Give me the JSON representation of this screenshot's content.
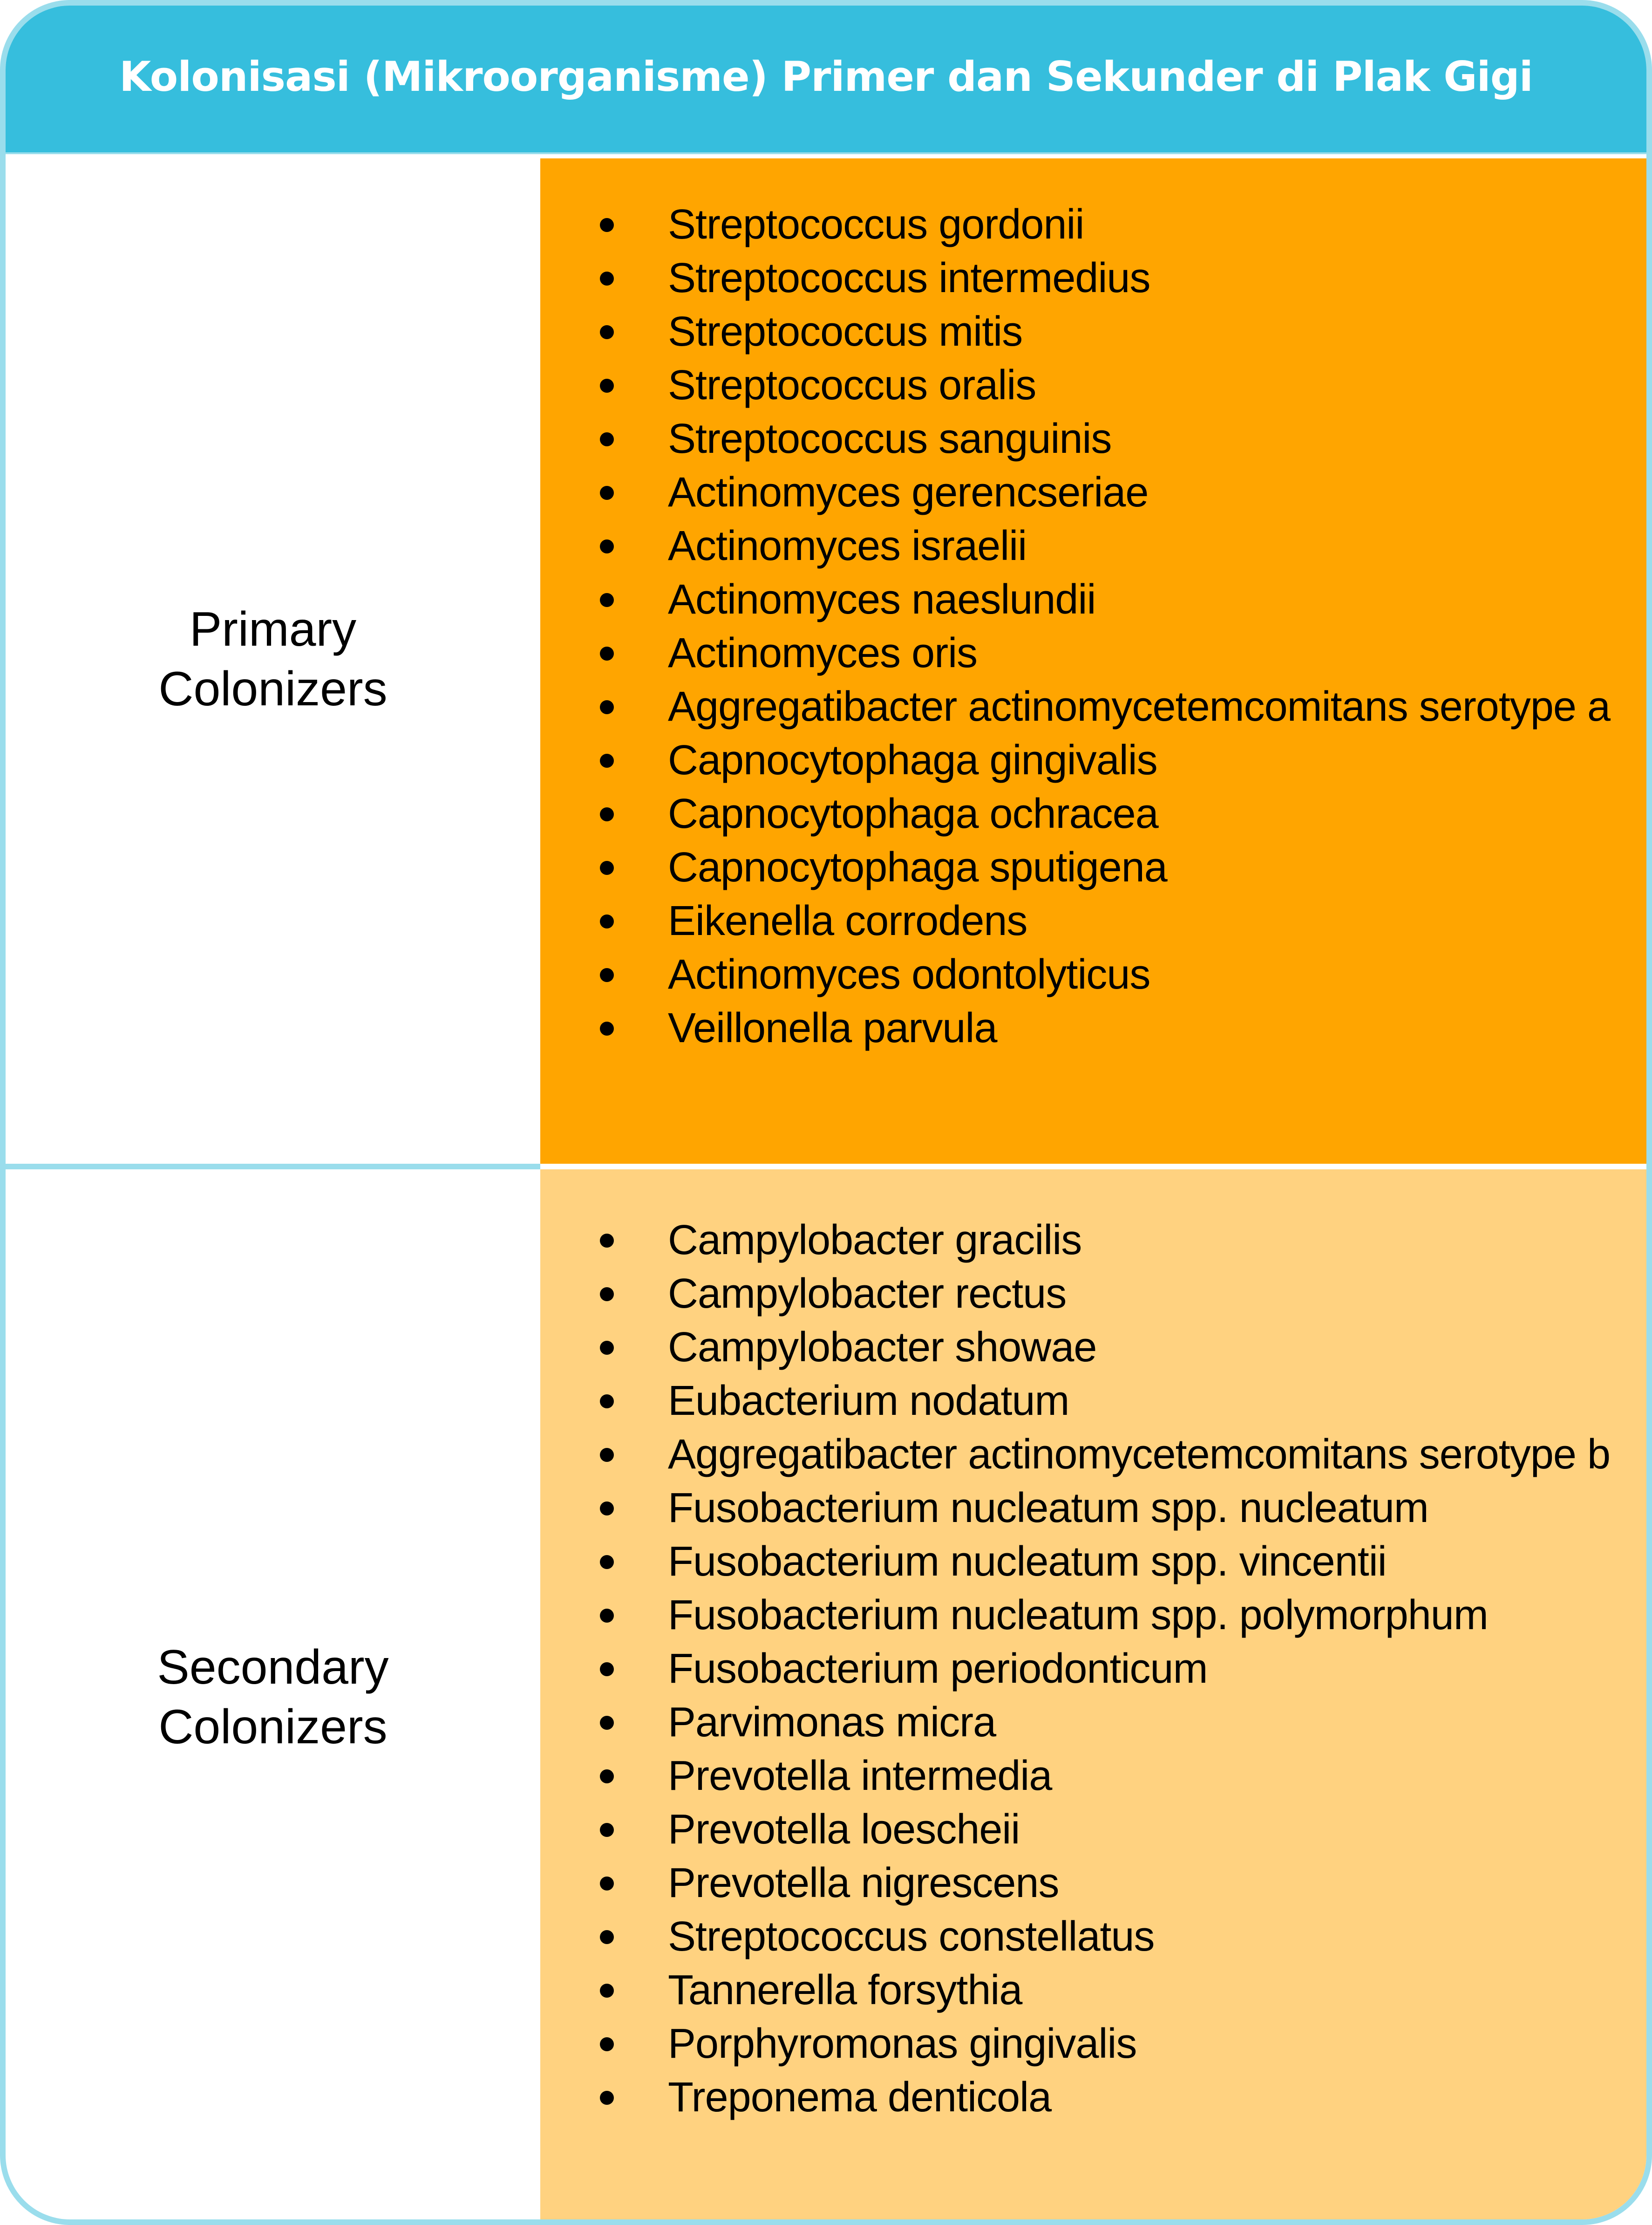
{
  "header": {
    "title": "Kolonisasi (Mikroorganisme) Primer dan Sekunder di Plak Gigi"
  },
  "colors": {
    "header_bg": "#36BEDD",
    "border": "#9ADDEC",
    "primary_bg": "#FFA500",
    "secondary_bg": "#FFD280",
    "text": "#000000",
    "header_text": "#FFFFFF"
  },
  "rows": [
    {
      "label": "Primary Colonizers",
      "label_lines": [
        "Primary",
        "Colonizers"
      ],
      "bullet_icon": "bullet-dot",
      "items": [
        "Streptococcus gordonii",
        "Streptococcus intermedius",
        "Streptococcus mitis",
        "Streptococcus oralis",
        "Streptococcus sanguinis",
        "Actinomyces gerencseriae",
        "Actinomyces israelii",
        "Actinomyces naeslundii",
        "Actinomyces oris",
        "Aggregatibacter actinomycetemcomitans serotype a",
        "Capnocytophaga gingivalis",
        "Capnocytophaga ochracea",
        "Capnocytophaga sputigena",
        "Eikenella corrodens",
        "Actinomyces odontolyticus",
        "Veillonella parvula"
      ]
    },
    {
      "label": "Secondary Colonizers",
      "label_lines": [
        "Secondary",
        "Colonizers"
      ],
      "bullet_icon": "bullet-dot",
      "items": [
        "Campylobacter gracilis",
        "Campylobacter rectus",
        "Campylobacter showae",
        "Eubacterium nodatum",
        "Aggregatibacter actinomycetemcomitans serotype b",
        "Fusobacterium nucleatum spp. nucleatum",
        "Fusobacterium nucleatum spp. vincentii",
        "Fusobacterium nucleatum spp. polymorphum",
        "Fusobacterium periodonticum",
        "Parvimonas micra",
        "Prevotella intermedia",
        "Prevotella loescheii",
        "Prevotella nigrescens",
        "Streptococcus constellatus",
        "Tannerella forsythia",
        "Porphyromonas gingivalis",
        "Treponema denticola"
      ]
    }
  ]
}
